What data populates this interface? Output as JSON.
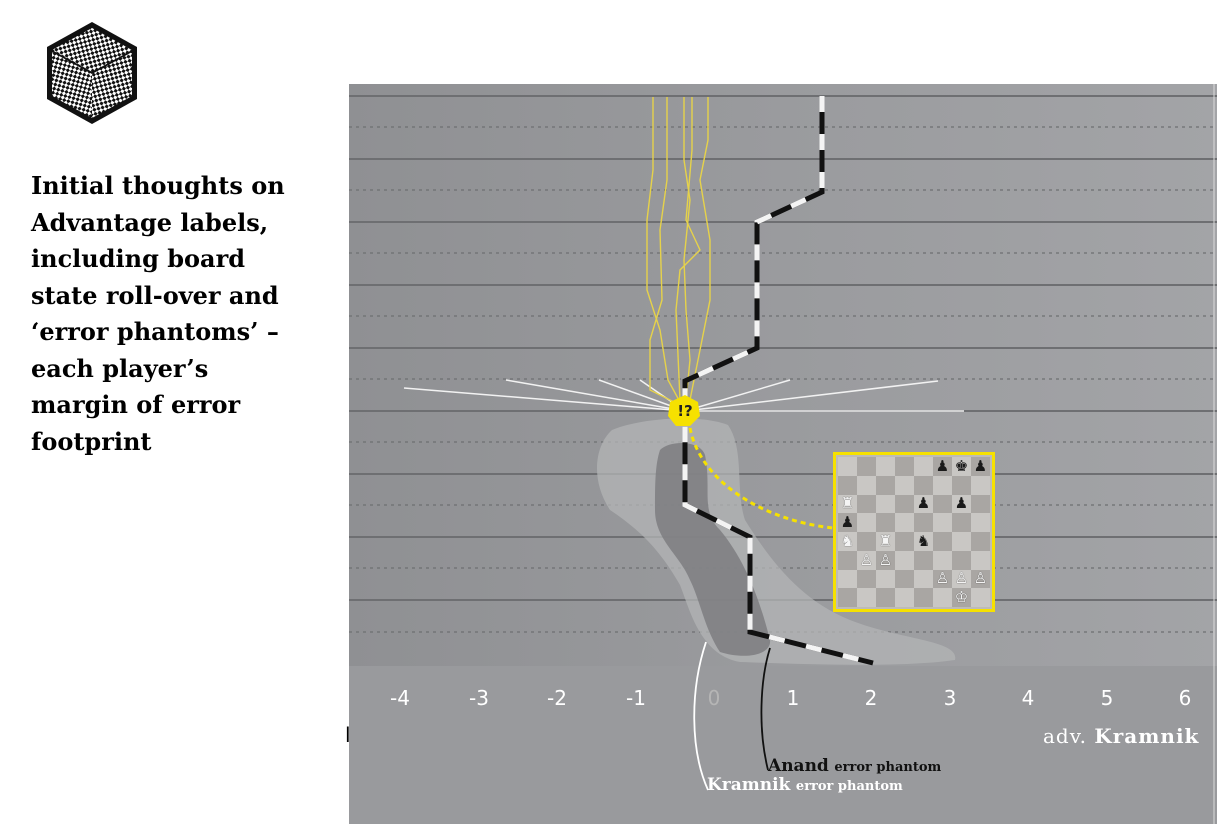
{
  "caption": {
    "lines": [
      "Initial thoughts on",
      "Advantage labels,",
      "including board",
      "state roll-over and",
      "‘error phantoms’ –",
      "each player’s",
      "margin of error",
      "footprint"
    ]
  },
  "diagram": {
    "x_ticks": [
      "-4",
      "-3",
      "-2",
      "-1",
      "0",
      "1",
      "2",
      "3",
      "4",
      "5",
      "6"
    ],
    "axis_title_prefix": "adv.",
    "axis_title_player": "Kramnik",
    "left_cut_glyph": "l",
    "highlight_badge": "!?",
    "phantoms": {
      "anand_name": "Anand",
      "anand_sub": "error phantom",
      "kramnik_name": "Kramnik",
      "kramnik_sub": "error phantom"
    },
    "colors": {
      "panel": "#999a9d",
      "highlight": "#f6e100",
      "anand_line": "#111111",
      "kramnik_line": "#ffffff"
    }
  },
  "board": {
    "rows": [
      [
        "",
        "",
        "",
        "",
        "",
        "b:♟",
        "b:♚",
        "b:♟"
      ],
      [
        "",
        "",
        "",
        "",
        "",
        "",
        "",
        ""
      ],
      [
        "w:♜",
        "",
        "",
        "",
        "b:♟",
        "",
        "b:♟",
        ""
      ],
      [
        "b:♟",
        "",
        "",
        "",
        "",
        "",
        "",
        ""
      ],
      [
        "w:♞",
        "",
        "w:♜",
        "",
        "b:♞",
        "",
        "",
        ""
      ],
      [
        "",
        "w:♙",
        "w:♙",
        "",
        "",
        "",
        "",
        ""
      ],
      [
        "",
        "",
        "",
        "",
        "",
        "w:♙",
        "w:♙",
        "w:♙"
      ],
      [
        "",
        "",
        "",
        "",
        "",
        "",
        "w:♔",
        ""
      ]
    ]
  }
}
